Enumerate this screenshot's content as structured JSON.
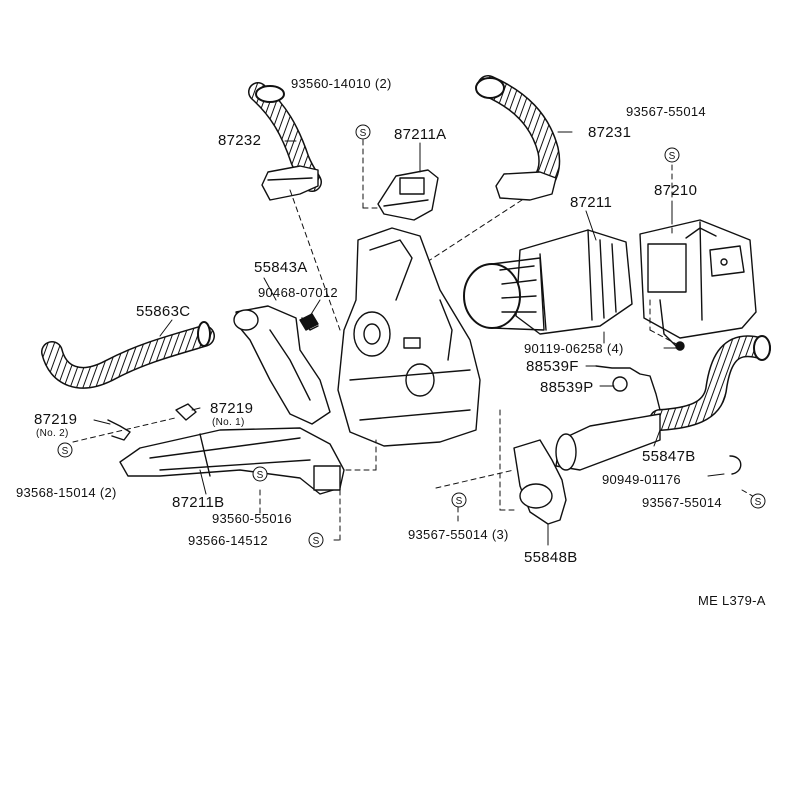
{
  "labels": {
    "p93560_14010": "93560-14010 (2)",
    "p87211A": "87211A",
    "p87232": "87232",
    "p87231": "87231",
    "p93567_55014_top": "93567-55014",
    "p87210": "87210",
    "p87211": "87211",
    "p55843A": "55843A",
    "p90468_07012": "90468-07012",
    "p55863C": "55863C",
    "p87219_no2": "87219",
    "no2": "(No. 2)",
    "p87219_no1": "87219",
    "no1": "(No. 1)",
    "p93568_15014": "93568-15014 (2)",
    "p87211B": "87211B",
    "p93560_55016": "93560-55016",
    "p93566_14512": "93566-14512",
    "p90119_06258": "90119-06258 (4)",
    "p88539F": "88539F",
    "p88539P": "88539P",
    "p55847B": "55847B",
    "p90949_01176": "90949-01176",
    "p93567_55014_right": "93567-55014",
    "p93567_55014_3": "93567-55014 (3)",
    "p55848B": "55848B",
    "ref": "ME L379-A"
  },
  "screw_symbol": "S"
}
